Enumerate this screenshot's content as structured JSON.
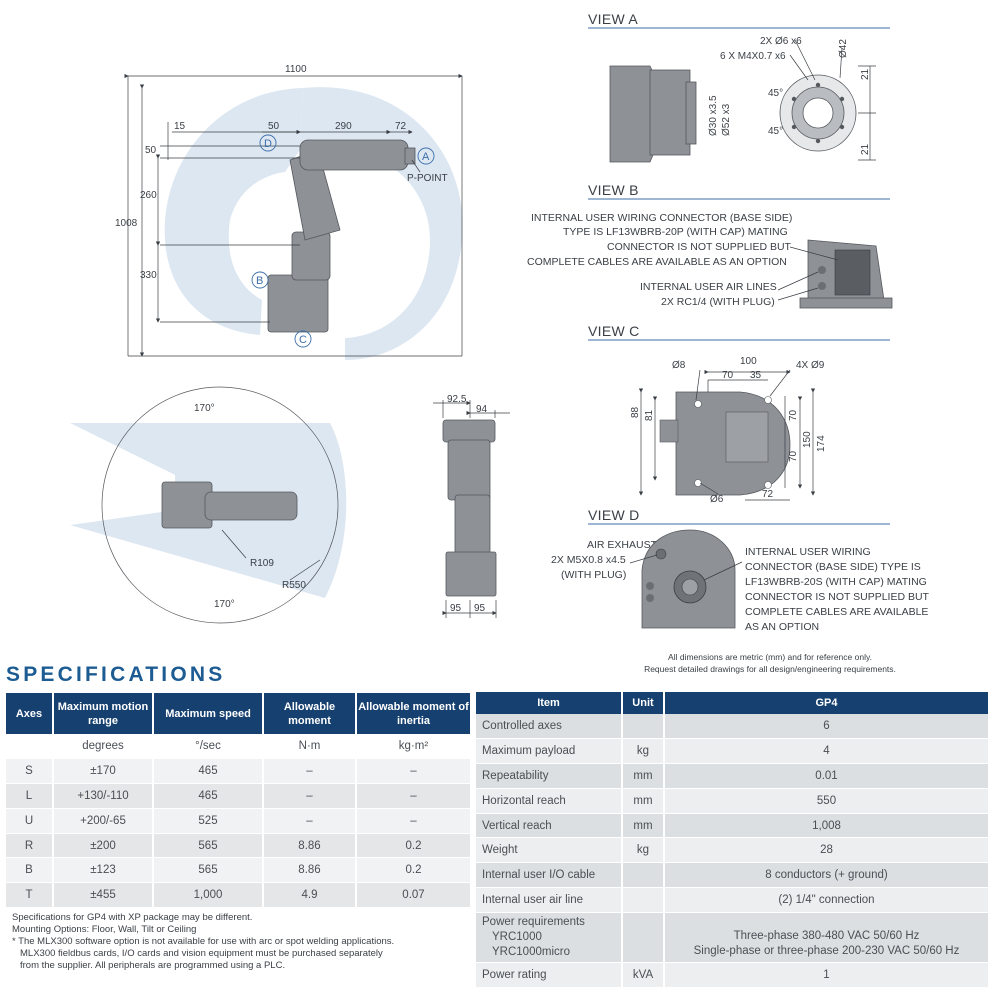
{
  "views": {
    "a": {
      "title": "VIEW A",
      "labels": [
        "2X Ø6 x6",
        "6 X M4X0.7 x6",
        "Ø42",
        "45°",
        "45°",
        "Ø30 x3.5",
        "Ø52 x3",
        "21",
        "21"
      ]
    },
    "b": {
      "title": "VIEW B",
      "connector_note": [
        "INTERNAL USER WIRING CONNECTOR (BASE SIDE)",
        "TYPE IS LF13WBRB-20P (WITH CAP) MATING",
        "CONNECTOR IS NOT SUPPLIED BUT",
        "COMPLETE CABLES ARE AVAILABLE AS AN OPTION"
      ],
      "air_note": [
        "INTERNAL USER AIR LINES",
        "2X RC1/4 (WITH PLUG)"
      ]
    },
    "c": {
      "title": "VIEW C",
      "labels": [
        "Ø8",
        "100",
        "70",
        "35",
        "4X Ø9",
        "88",
        "81",
        "70",
        "70",
        "150",
        "174",
        "Ø6",
        "72"
      ]
    },
    "d": {
      "title": "VIEW D",
      "air_exhaust": [
        "AIR EXHAUST",
        "2X M5X0.8 x4.5",
        "(WITH PLUG)"
      ],
      "connector_note": [
        "INTERNAL USER WIRING",
        "CONNECTOR (BASE SIDE) TYPE IS",
        "LF13WBRB-20S (WITH CAP) MATING",
        "CONNECTOR IS NOT SUPPLIED BUT",
        "COMPLETE CABLES ARE AVAILABLE",
        "AS AN OPTION"
      ]
    }
  },
  "side_view": {
    "labels": [
      "1100",
      "15",
      "50",
      "290",
      "72",
      "50",
      "260",
      "1008",
      "330",
      "P-POINT"
    ],
    "markers": [
      "A",
      "B",
      "C",
      "D"
    ]
  },
  "top_view": {
    "labels": [
      "170°",
      "170°",
      "R109",
      "R550"
    ]
  },
  "front_view": {
    "labels": [
      "92.5",
      "94",
      "95",
      "95"
    ]
  },
  "dimension_note": [
    "All dimensions are metric (mm) and for reference only.",
    "Request detailed drawings for all design/engineering requirements."
  ],
  "specs_title": "SPECIFICATIONS",
  "axes_table": {
    "headers": [
      "Axes",
      "Maximum motion range",
      "Maximum speed",
      "Allowable moment",
      "Allowable moment of inertia"
    ],
    "units": [
      "",
      "degrees",
      "°/sec",
      "N·m",
      "kg·m²"
    ],
    "rows": [
      [
        "S",
        "±170",
        "465",
        "–",
        "–"
      ],
      [
        "L",
        "+130/-110",
        "465",
        "–",
        "–"
      ],
      [
        "U",
        "+200/-65",
        "525",
        "–",
        "–"
      ],
      [
        "R",
        "±200",
        "565",
        "8.86",
        "0.2"
      ],
      [
        "B",
        "±123",
        "565",
        "8.86",
        "0.2"
      ],
      [
        "T",
        "±455",
        "1,000",
        "4.9",
        "0.07"
      ]
    ]
  },
  "item_table": {
    "headers": [
      "Item",
      "Unit",
      "GP4"
    ],
    "rows": [
      [
        "Controlled axes",
        "",
        "6"
      ],
      [
        "Maximum payload",
        "kg",
        "4"
      ],
      [
        "Repeatability",
        "mm",
        "0.01"
      ],
      [
        "Horizontal reach",
        "mm",
        "550"
      ],
      [
        "Vertical reach",
        "mm",
        "1,008"
      ],
      [
        "Weight",
        "kg",
        "28"
      ],
      [
        "Internal user I/O cable",
        "",
        "8 conductors (+ ground)"
      ],
      [
        "Internal user air line",
        "",
        "(2) 1/4\" connection"
      ]
    ],
    "power": {
      "item": "Power requirements",
      "sub1": "YRC1000",
      "sub2": "YRC1000micro",
      "unit": "",
      "val1": "Three-phase 380-480 VAC 50/60 Hz",
      "val2": "Single-phase or three-phase 200-230 VAC 50/60 Hz"
    },
    "rating": [
      "Power rating",
      "kVA",
      "1"
    ]
  },
  "footnotes": [
    "Specifications for GP4 with XP package may be different.",
    "Mounting Options: Floor, Wall, Tilt or Ceiling",
    "* The MLX300 software option is not available for use with arc or spot welding applications.",
    "MLX300 fieldbus cards, I/O cards and vision equipment must be purchased separately",
    "from the supplier. All peripherals are programmed using a PLC."
  ],
  "colors": {
    "header_blue": "#16406f",
    "title_blue": "#1d5c93",
    "envelope": "#dde7f2",
    "robot": "#8e9196"
  }
}
